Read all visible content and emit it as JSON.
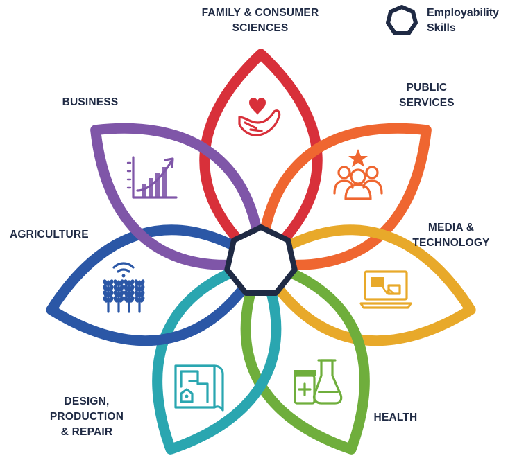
{
  "legend": {
    "line1": "Employability",
    "line2": "Skills",
    "shape_color": "#1f2a44"
  },
  "center": {
    "color": "#1f2a44"
  },
  "petals": [
    {
      "key": "family",
      "lines": [
        "FAMILY & CONSUMER",
        "SCIENCES"
      ],
      "color": "#d8303a",
      "icon": "heart-hand-icon"
    },
    {
      "key": "public",
      "lines": [
        "PUBLIC",
        "SERVICES"
      ],
      "color": "#ef6630",
      "icon": "people-star-icon"
    },
    {
      "key": "media",
      "lines": [
        "MEDIA &",
        "TECHNOLOGY"
      ],
      "color": "#e8a92a",
      "icon": "computer-cursor-icon"
    },
    {
      "key": "health",
      "lines": [
        "HEALTH"
      ],
      "color": "#6fae3c",
      "icon": "lab-flask-icon"
    },
    {
      "key": "design",
      "lines": [
        "DESIGN,",
        "PRODUCTION",
        "& REPAIR"
      ],
      "color": "#2aa6b0",
      "icon": "blueprint-icon"
    },
    {
      "key": "agriculture",
      "lines": [
        "AGRICULTURE"
      ],
      "color": "#2b57a6",
      "icon": "wheat-wifi-icon"
    },
    {
      "key": "business",
      "lines": [
        "BUSINESS"
      ],
      "color": "#7f56a8",
      "icon": "growth-chart-icon"
    }
  ]
}
